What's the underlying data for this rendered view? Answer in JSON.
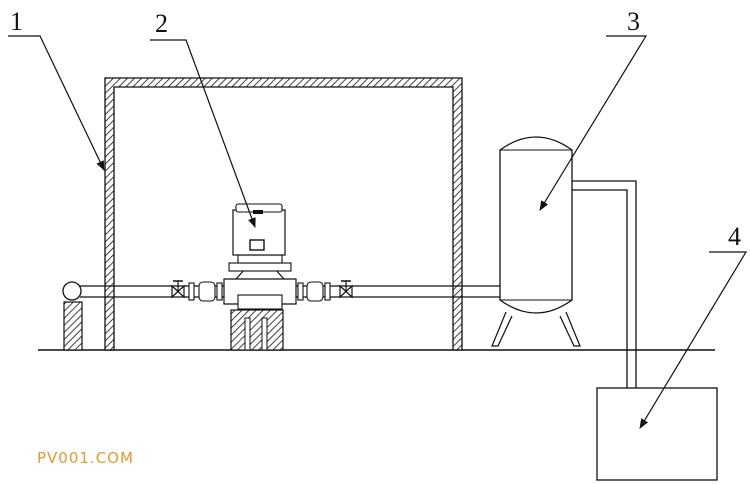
{
  "callouts": [
    {
      "number": "1"
    },
    {
      "number": "2"
    },
    {
      "number": "3"
    },
    {
      "number": "4"
    }
  ],
  "watermark": {
    "text": "PV001.COM",
    "color": "#e39b2a"
  },
  "colors": {
    "line": "#111111",
    "background": "#ffffff"
  }
}
